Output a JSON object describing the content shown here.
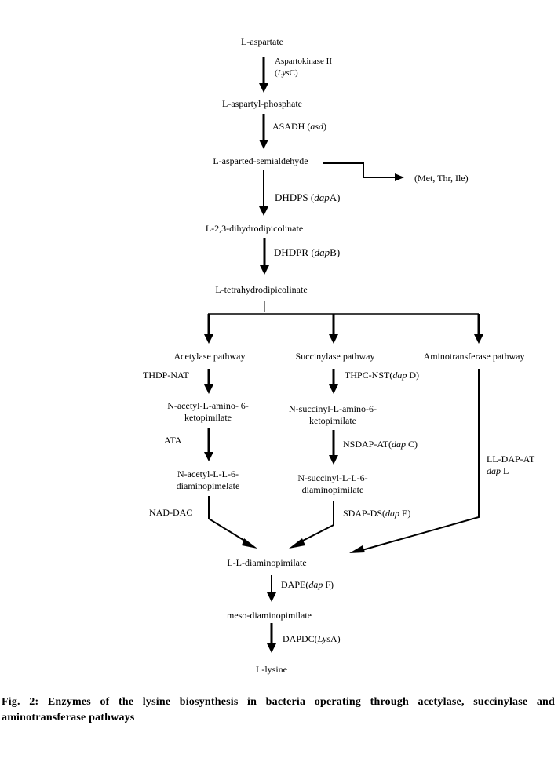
{
  "metabolites": {
    "aspartate": "L-aspartate",
    "aspartyl_phosphate": "L-aspartyl-phosphate",
    "semialdehyde": "L-asparted-semialdehyde",
    "branch_products": "(Met, Thr, Ile)",
    "dihydrodipicolinate": "L-2,3-dihydrodipicolinate",
    "tetrahydrodipicolinate": "L-tetrahydrodipicolinate",
    "n_acetyl_amino_ketopimilate_1": "N-acetyl-L-amino- 6-",
    "n_acetyl_amino_ketopimilate_2": "ketopimilate",
    "n_acetyl_diaminopimelate_1": "N-acetyl-L-L-6-",
    "n_acetyl_diaminopimelate_2": "diaminopimelate",
    "n_succinyl_amino_ketopimilate_1": "N-succinyl-L-amino-6-",
    "n_succinyl_amino_ketopimilate_2": "ketopimilate",
    "n_succinyl_diaminopimilate_1": "N-succinyl-L-L-6-",
    "n_succinyl_diaminopimilate_2": "diaminopimilate",
    "ll_diaminopimilate": "L-L-diaminopimilate",
    "meso_diaminopimilate": "meso-diaminopimilate",
    "lysine": "L-lysine"
  },
  "pathways": {
    "acetylase": "Acetylase pathway",
    "succinylase": "Succinylase pathway",
    "aminotransferase": "Aminotransferase pathway"
  },
  "enzymes": {
    "aspartokinase": {
      "name": "Aspartokinase II",
      "pre": "(",
      "gene": "Lys",
      "post": "C)"
    },
    "asadh": {
      "name": "ASADH (",
      "gene": "asd",
      "post": ")"
    },
    "dhdps": {
      "name": "DHDPS (",
      "gene": "dap",
      "post": "A)"
    },
    "dhdpr": {
      "name": "DHDPR (",
      "gene": "dap",
      "post": "B)"
    },
    "thdp_nat": {
      "name": "THDP-NAT"
    },
    "ata": {
      "name": "ATA"
    },
    "nad_dac": {
      "name": "NAD-DAC"
    },
    "thpc_nst": {
      "name": "THPC-NST(",
      "gene": "dap",
      "post": " D)"
    },
    "nsdap_at": {
      "name": "NSDAP-AT(",
      "gene": "dap",
      "post": " C)"
    },
    "sdap_ds": {
      "name": "SDAP-DS(",
      "gene": "dap",
      "post": " E)"
    },
    "ll_dap_at": {
      "name": "LL-DAP-AT",
      "gene": "dap",
      "post": " L"
    },
    "dape": {
      "name": "DAPE(",
      "gene": "dap",
      "post": " F)"
    },
    "dapdc": {
      "name": "DAPDC(",
      "gene": "Lys",
      "post": "A)"
    }
  },
  "caption": "Fig. 2: Enzymes of the lysine biosynthesis in bacteria operating through acetylase, succinylase and aminotransferase pathways"
}
